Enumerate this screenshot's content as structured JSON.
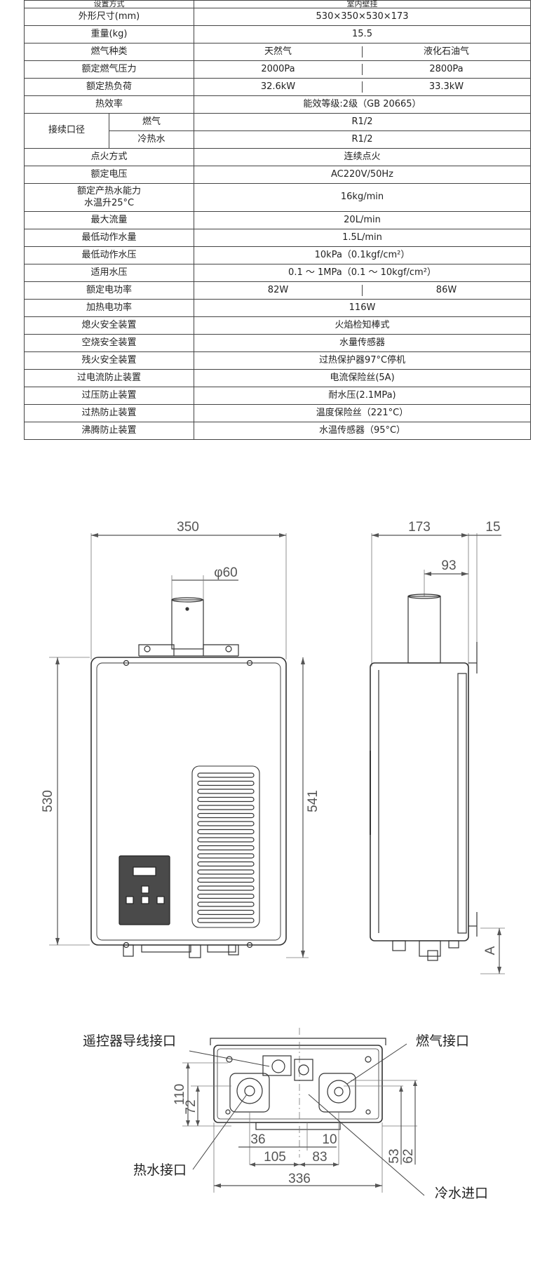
{
  "spec_table": {
    "rows": [
      {
        "label": "设置方式",
        "value": "室内壁挂"
      },
      {
        "label": "外形尺寸(mm)",
        "value": "530×350×530×173"
      },
      {
        "label": "重量(kg)",
        "value": "15.5"
      },
      {
        "label": "燃气种类",
        "values": [
          "天然气",
          "液化石油气"
        ]
      },
      {
        "label": "额定燃气压力",
        "values": [
          "2000Pa",
          "2800Pa"
        ]
      },
      {
        "label": "额定热负荷",
        "values": [
          "32.6kW",
          "33.3kW"
        ]
      },
      {
        "label": "热效率",
        "value": "能效等级:2级（GB 20665）"
      },
      {
        "group": "接续口径",
        "label": "燃气",
        "value": "R1/2"
      },
      {
        "label": "冷热水",
        "value": "R1/2"
      },
      {
        "label": "点火方式",
        "value": "连续点火"
      },
      {
        "label": "额定电压",
        "value": "AC220V/50Hz"
      },
      {
        "label_lines": [
          "额定产热水能力",
          "水温升25°C"
        ],
        "value": "16kg/min"
      },
      {
        "label": "最大流量",
        "value": "20L/min"
      },
      {
        "label": "最低动作水量",
        "value": "1.5L/min"
      },
      {
        "label": "最低动作水压",
        "value": "10kPa（0.1kgf/cm²）"
      },
      {
        "label": "适用水压",
        "value": "0.1 ～ 1MPa（0.1 ～ 10kgf/cm²）"
      },
      {
        "label": "额定电功率",
        "values": [
          "82W",
          "86W"
        ]
      },
      {
        "label": "加热电功率",
        "value": "116W"
      },
      {
        "label": "熄火安全装置",
        "value": "火焰检知棒式"
      },
      {
        "label": "空烧安全装置",
        "value": "水量传感器"
      },
      {
        "label": "残火安全装置",
        "value": "过热保护器97°C停机"
      },
      {
        "label": "过电流防止装置",
        "value": "电流保险丝(5A)"
      },
      {
        "label": "过压防止装置",
        "value": "耐水压(2.1MPa)"
      },
      {
        "label": "过热防止装置",
        "value": "温度保险丝（221°C）"
      },
      {
        "label": "沸腾防止装置",
        "value": "水温传感器（95°C）"
      }
    ]
  },
  "front_view": {
    "dims": {
      "width": "350",
      "flue": "φ60",
      "height_body": "530",
      "height_total": "541"
    }
  },
  "side_view": {
    "dims": {
      "depth": "173",
      "offset": "15",
      "flue_pos": "93",
      "a_label": "A"
    }
  },
  "bottom_view": {
    "dims": {
      "d110": "110",
      "d72": "72",
      "d36": "36",
      "d10": "10",
      "d105": "105",
      "d83": "83",
      "d336": "336",
      "d53": "53",
      "d62": "62"
    },
    "callouts": {
      "remote": "遥控器导线接口",
      "gas": "燃气接口",
      "hot": "热水接口",
      "cold": "冷水进口"
    }
  }
}
